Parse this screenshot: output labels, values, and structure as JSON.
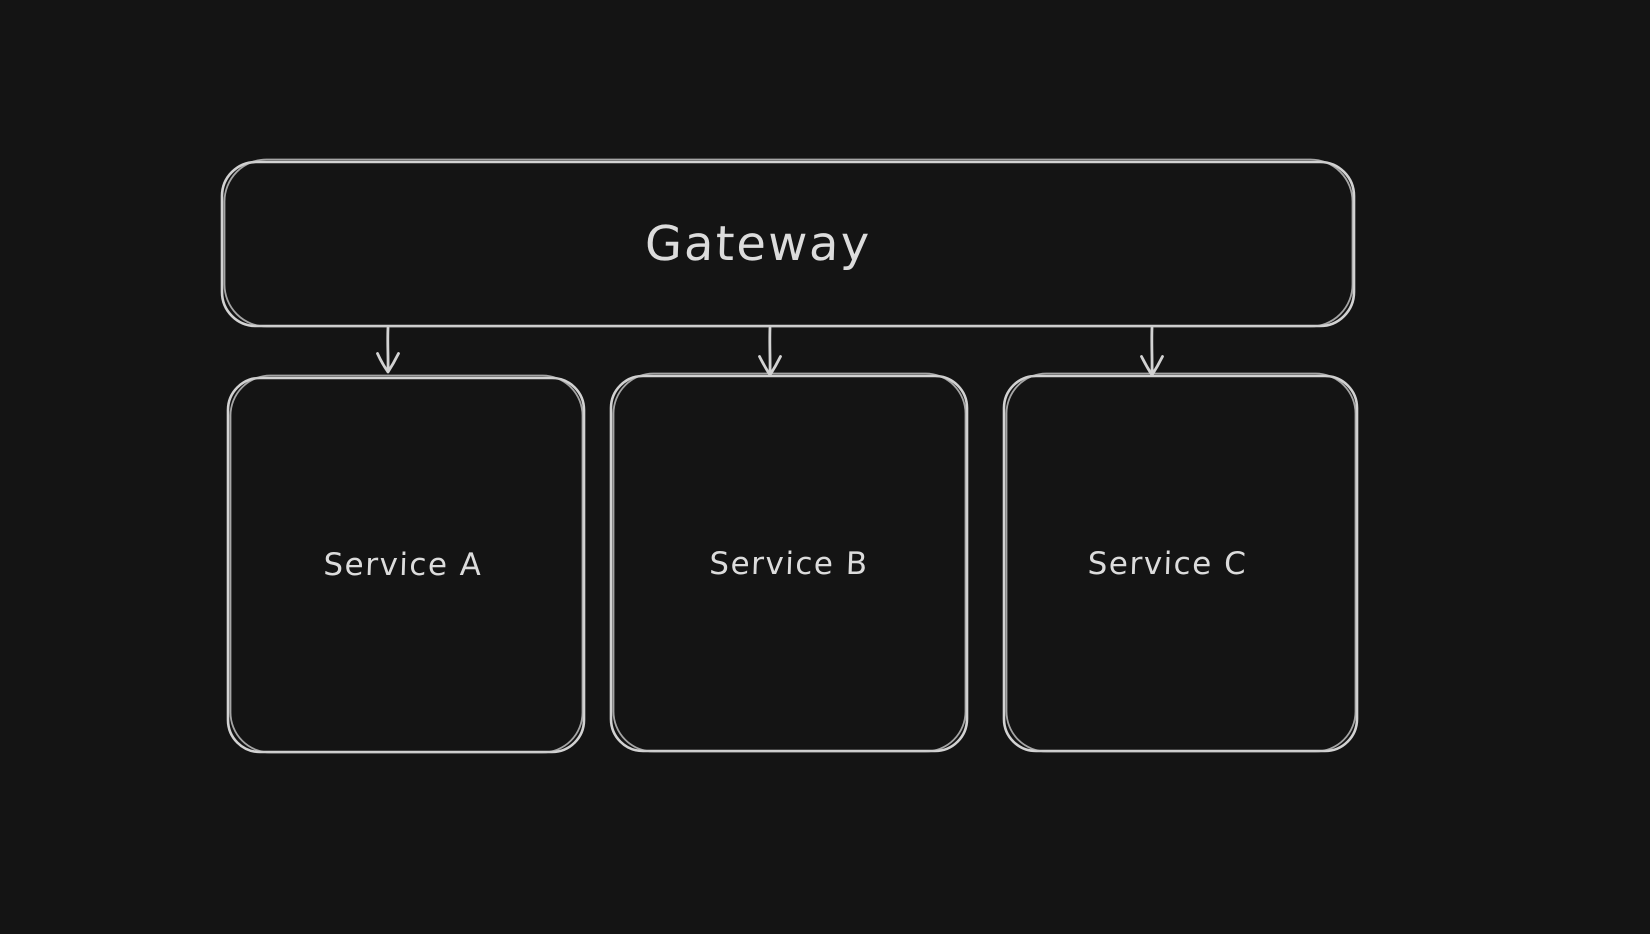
{
  "canvas": {
    "background": "#141414",
    "stroke_color": "#d2d2d2",
    "text_color": "#dcdcdc",
    "style": "hand-drawn-sketch"
  },
  "diagram": {
    "type": "architecture-flow",
    "nodes": [
      {
        "id": "gateway",
        "label": "Gateway",
        "shape": "rounded-rectangle",
        "row": "top"
      },
      {
        "id": "service-a",
        "label": "Service A",
        "shape": "rounded-rectangle",
        "row": "bottom"
      },
      {
        "id": "service-b",
        "label": "Service B",
        "shape": "rounded-rectangle",
        "row": "bottom"
      },
      {
        "id": "service-c",
        "label": "Service C",
        "shape": "rounded-rectangle",
        "row": "bottom"
      }
    ],
    "edges": [
      {
        "from": "Gateway",
        "to": "Service A",
        "type": "arrow-down"
      },
      {
        "from": "Gateway",
        "to": "Service B",
        "type": "arrow-down"
      },
      {
        "from": "Gateway",
        "to": "Service C",
        "type": "arrow-down"
      }
    ]
  }
}
